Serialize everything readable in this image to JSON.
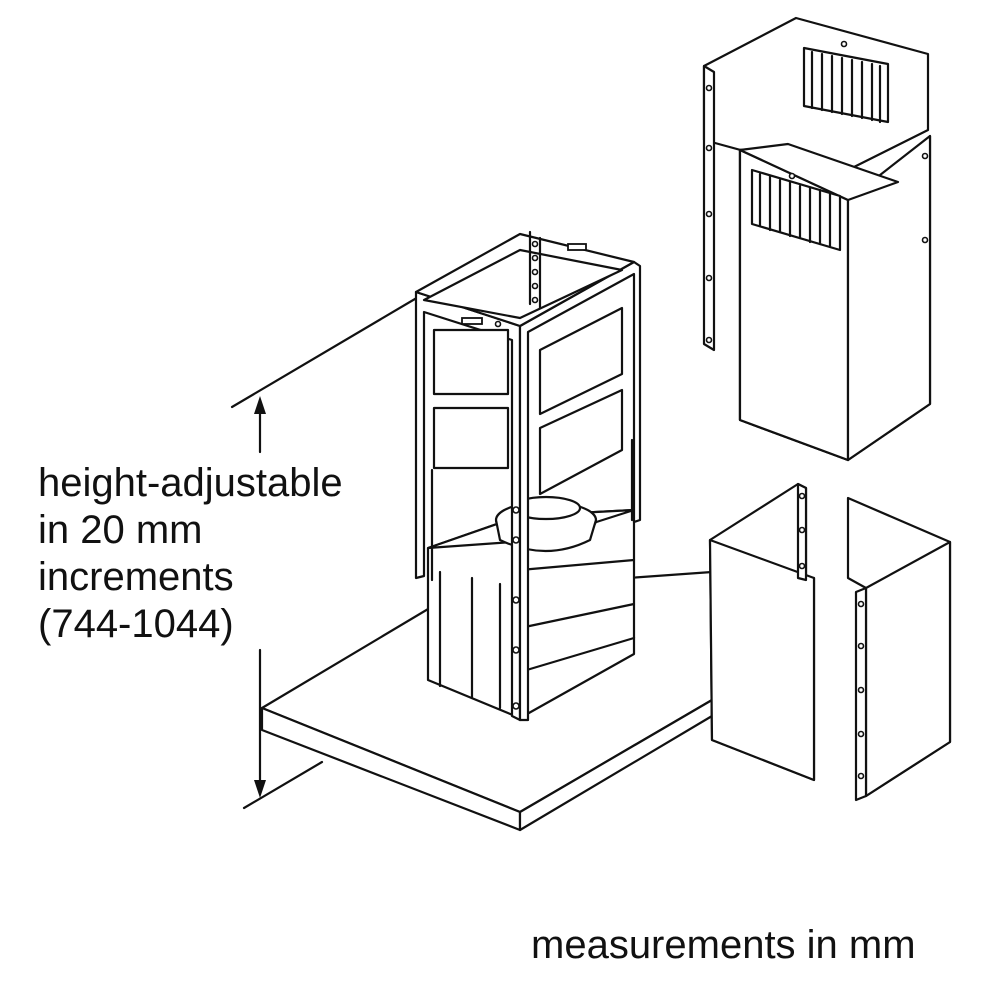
{
  "annotations": {
    "height_note": {
      "line1": "height-adjustable",
      "line2": "in 20 mm",
      "line3": "increments",
      "line4": "(744-1044)"
    },
    "units_note": "measurements in mm"
  },
  "colors": {
    "line": "#111111",
    "background": "#ffffff"
  }
}
